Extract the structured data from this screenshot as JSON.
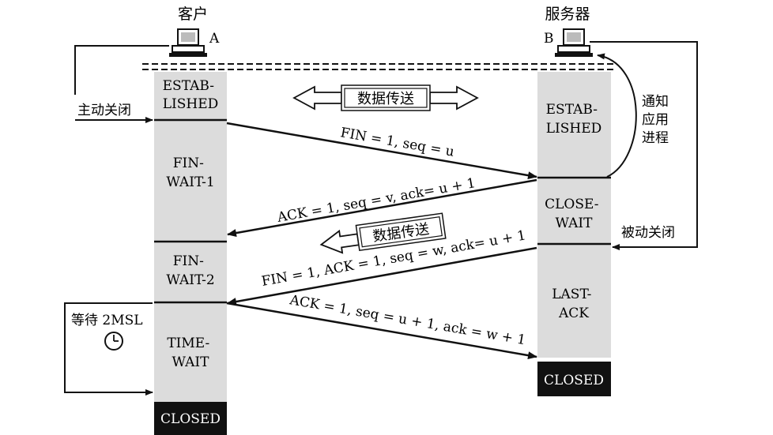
{
  "client": {
    "title": "客户",
    "host_label": "A"
  },
  "server": {
    "title": "服务器",
    "host_label": "B"
  },
  "client_states": {
    "established": [
      "ESTAB-",
      "LISHED"
    ],
    "fin_wait_1": [
      "FIN-",
      "WAIT-1"
    ],
    "fin_wait_2": [
      "FIN-",
      "WAIT-2"
    ],
    "time_wait": [
      "TIME-",
      "WAIT"
    ],
    "closed": "CLOSED"
  },
  "server_states": {
    "established": [
      "ESTAB-",
      "LISHED"
    ],
    "close_wait": [
      "CLOSE-",
      "WAIT"
    ],
    "last_ack": [
      "LAST-",
      "ACK"
    ],
    "closed": "CLOSED"
  },
  "messages": {
    "fin1": "FIN = 1, seq = u",
    "ack1": "ACK = 1, seq = v, ack= u + 1",
    "fin2": "FIN = 1, ACK = 1, seq = w, ack= u + 1",
    "ack2": "ACK = 1, seq = u + 1, ack = w + 1"
  },
  "labels": {
    "active_close": "主动关闭",
    "passive_close": "被动关闭",
    "notify_app": [
      "通知",
      "应用",
      "进程"
    ],
    "data_transfer": "数据传送",
    "data_transfer_2": "数据传送",
    "wait_2msl": "等待 2MSL"
  },
  "colors": {
    "state_fill": "#dcdcdc",
    "closed_fill": "#111111",
    "ink": "#111111"
  }
}
